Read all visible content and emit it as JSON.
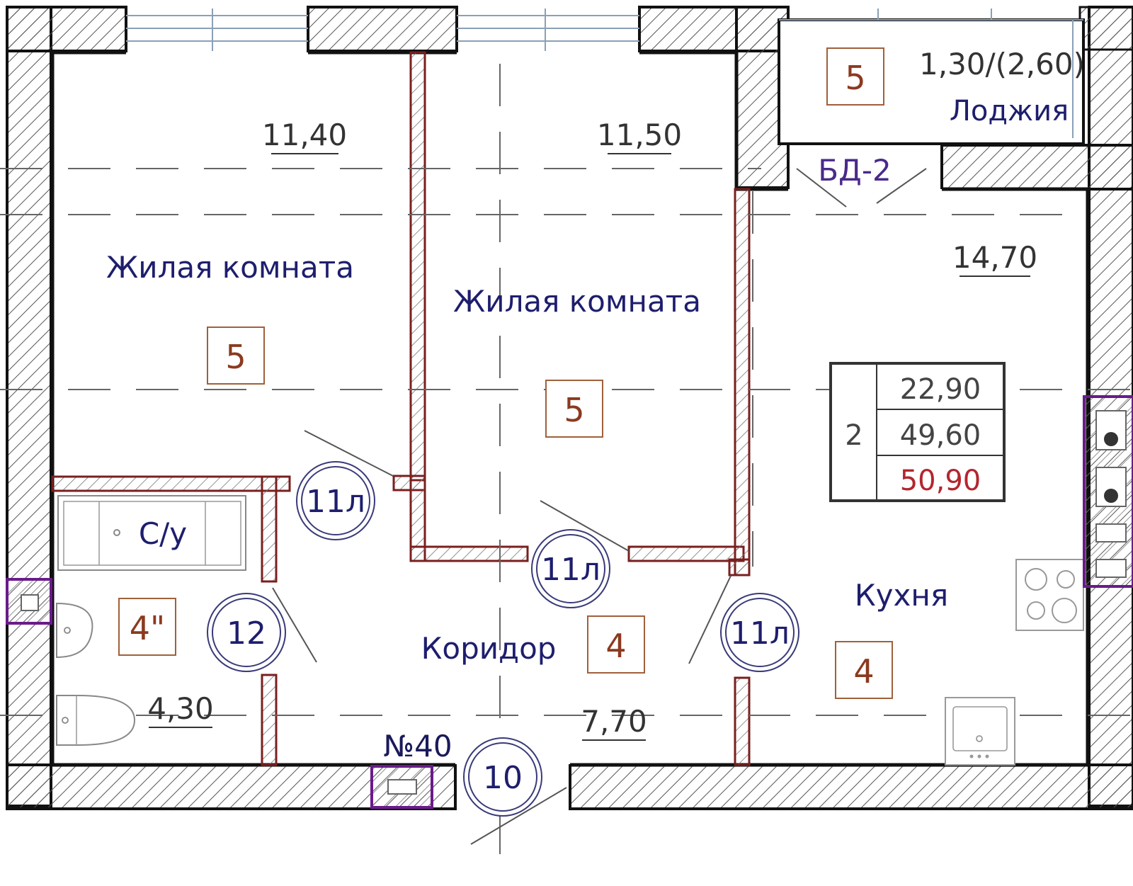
{
  "apartment": {
    "number": "№40"
  },
  "rooms": {
    "living1": {
      "name": "Жилая комната",
      "area": "11,40",
      "class": "5"
    },
    "living2": {
      "name": "Жилая комната",
      "area": "11,50",
      "class": "5"
    },
    "kitchen": {
      "name": "Кухня",
      "area": "14,70",
      "class": "4"
    },
    "corridor": {
      "name": "Коридор",
      "area": "7,70",
      "class": "4"
    },
    "bathroom": {
      "name": "С/у",
      "area": "4,30",
      "class": "4\""
    },
    "loggia": {
      "name": "Лоджия",
      "area": "1,30/(2,60)",
      "class": "5"
    }
  },
  "balcony_door": {
    "label": "БД-2"
  },
  "doors": {
    "d1": "11л",
    "d2": "11л",
    "d3": "11л",
    "d4": "12",
    "d5": "10"
  },
  "summary": {
    "rooms_count": "2",
    "living_area": "22,90",
    "total_area": "49,60",
    "total_with_loggia": "50,90"
  },
  "colors": {
    "wall_outline": "#111111",
    "partition": "#7a1f1f",
    "hatch": "#555555",
    "label_text": "#1e1e6e",
    "class_text": "#8b3a1f",
    "class_box": "#a0603a",
    "vent": "#6a1b8a",
    "total_highlight": "#b3262e"
  }
}
